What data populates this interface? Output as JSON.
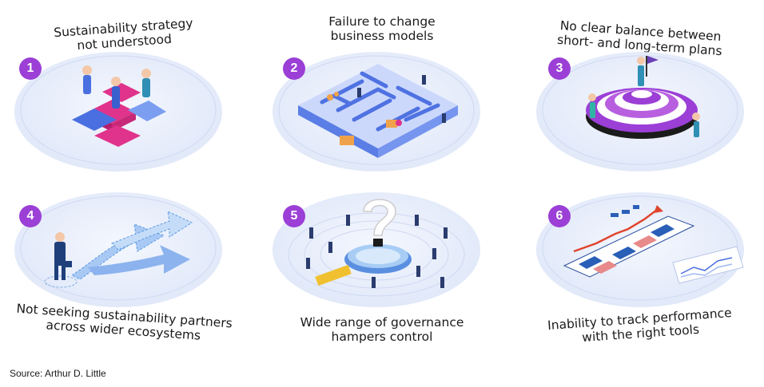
{
  "panels": [
    {
      "number": "1",
      "title_lines": [
        "Sustainability strategy",
        "not understood"
      ]
    },
    {
      "number": "2",
      "title_lines": [
        "Failure to change",
        "business models"
      ]
    },
    {
      "number": "3",
      "title_lines": [
        "No clear balance between",
        "short- and long-term plans"
      ]
    },
    {
      "number": "4",
      "title_lines": [
        "Not seeking sustainability partners",
        "across wider ecosystems"
      ]
    },
    {
      "number": "5",
      "title_lines": [
        "Wide range of governance",
        "hampers control"
      ]
    },
    {
      "number": "6",
      "title_lines": [
        "Inability to track performance",
        "with the right tools"
      ]
    }
  ],
  "source": "Source: Arthur D. Little",
  "colors": {
    "badge": "#9b3fd6",
    "disc": "#e6ecfa",
    "accent_pink": "#e0338b",
    "accent_blue": "#4a6fe0",
    "accent_orange": "#f0a24a"
  },
  "icons": [
    "puzzle-icon",
    "maze-icon",
    "target-icon",
    "arrows-icon",
    "question-mark-icon",
    "chart-icon"
  ]
}
